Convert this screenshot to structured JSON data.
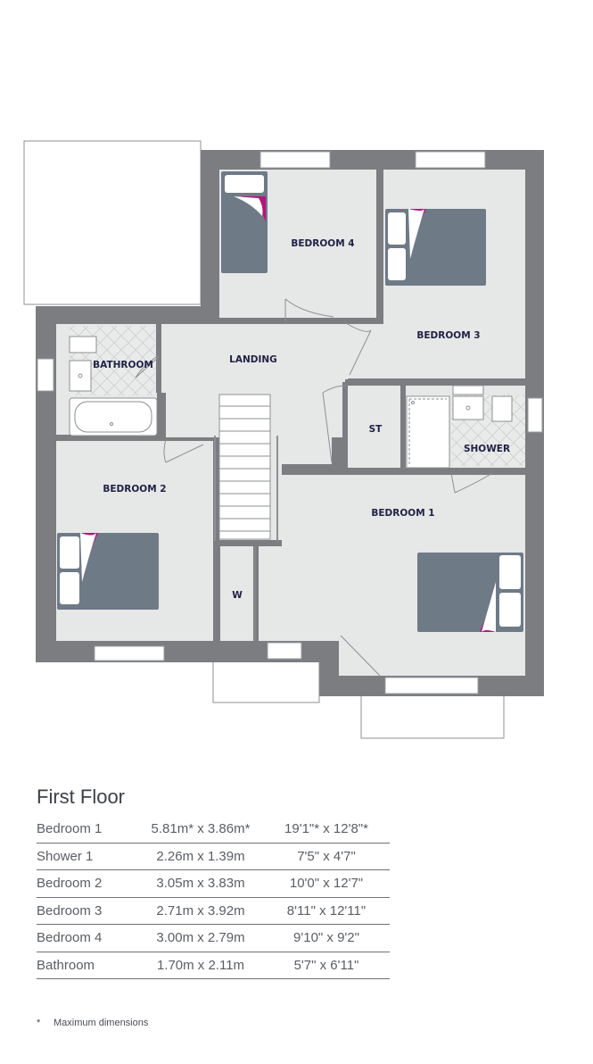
{
  "rooms": {
    "bedroom4": "BEDROOM 4",
    "bedroom3": "BEDROOM 3",
    "bathroom": "BATHROOM",
    "landing": "LANDING",
    "st": "ST",
    "shower": "SHOWER",
    "bedroom2": "BEDROOM 2",
    "bedroom1": "BEDROOM 1",
    "wardrobe": "W"
  },
  "floor_title": "First Floor",
  "dimensions": [
    {
      "room": "Bedroom 1",
      "metric": "5.81m* x 3.86m*",
      "imperial": "19'1\"* x 12'8\"*"
    },
    {
      "room": "Shower 1",
      "metric": "2.26m x 1.39m",
      "imperial": "7'5\" x 4'7\""
    },
    {
      "room": "Bedroom 2",
      "metric": "3.05m x 3.83m",
      "imperial": "10'0\" x 12'7\""
    },
    {
      "room": "Bedroom 3",
      "metric": "2.71m x 3.92m",
      "imperial": "8'11\" x 12'11\""
    },
    {
      "room": "Bedroom 4",
      "metric": "3.00m x 2.79m",
      "imperial": "9'10\" x 9'2\""
    },
    {
      "room": "Bathroom",
      "metric": "1.70m x 2.11m",
      "imperial": "5'7\" x 6'11\""
    }
  ],
  "footnote": {
    "marker": "*",
    "text": "Maximum dimensions"
  },
  "colors": {
    "wall": "#7b7d80",
    "floor": "#e6e7e7",
    "bed": "#6f7a87",
    "accent": "#b5157a",
    "title_text": "#3d4146",
    "room_label": "#1f2244"
  }
}
